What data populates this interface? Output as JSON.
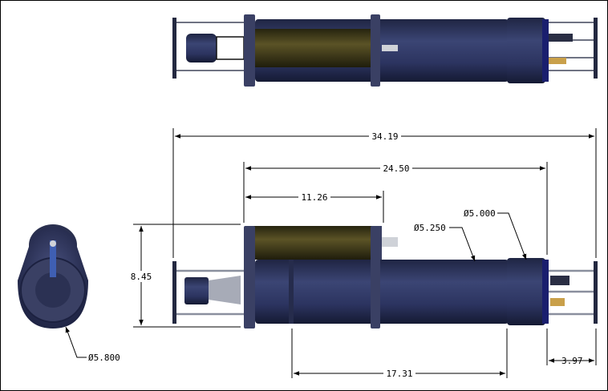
{
  "drawing": {
    "dimensions": {
      "overall_length": "34.19",
      "body_length": "24.50",
      "battery_length": "11.26",
      "height": "8.45",
      "housing_dia": "Ø5.250",
      "endcap_dia": "Ø5.000",
      "end_dia": "Ø5.800",
      "hull_length": "17.31",
      "rear_length": "3.97"
    }
  },
  "colors": {
    "hull": "#2f3761",
    "hull_dark": "#1f2543",
    "battery": "#4a4420",
    "frame_metal": "#9ea2b0",
    "dim_line": "#000000"
  }
}
